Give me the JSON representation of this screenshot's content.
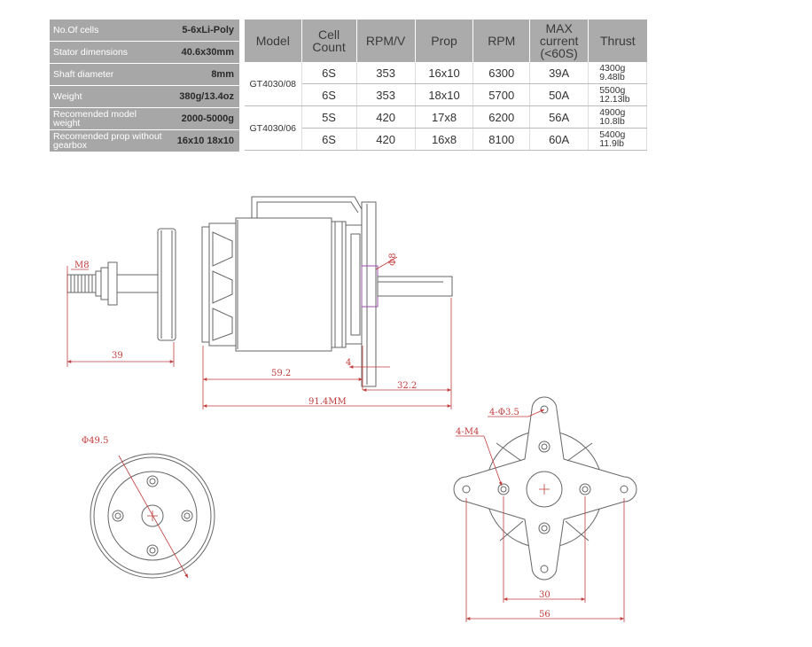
{
  "specs": [
    {
      "label": "No.Of cells",
      "value": "5-6xLi-Poly"
    },
    {
      "label": "Stator dimensions",
      "value": "40.6x30mm"
    },
    {
      "label": "Shaft diameter",
      "value": "8mm"
    },
    {
      "label": "Weight",
      "value": "380g/13.4oz"
    },
    {
      "label": "Recomended model weight",
      "value": "2000-5000g"
    },
    {
      "label": "Recomended prop without gearbox",
      "value": "16x10 18x10"
    }
  ],
  "perf": {
    "headers": [
      "Model",
      "Cell Count",
      "RPM/V",
      "Prop",
      "RPM",
      "MAX current (<60S)",
      "Thrust"
    ],
    "groups": [
      {
        "model": "GT4030/08",
        "rows": [
          {
            "cells": "6S",
            "kv": "353",
            "prop": "16x10",
            "rpm": "6300",
            "current": "39A",
            "thrust": "4300g",
            "thrust2": "9.48lb"
          },
          {
            "cells": "6S",
            "kv": "353",
            "prop": "18x10",
            "rpm": "5700",
            "current": "50A",
            "thrust": "5500g",
            "thrust2": "12.13lb"
          }
        ]
      },
      {
        "model": "GT4030/06",
        "rows": [
          {
            "cells": "5S",
            "kv": "420",
            "prop": "17x8",
            "rpm": "6200",
            "current": "56A",
            "thrust": "4900g",
            "thrust2": "10.8lb"
          },
          {
            "cells": "6S",
            "kv": "420",
            "prop": "16x8",
            "rpm": "8100",
            "current": "60A",
            "thrust": "5400g",
            "thrust2": "11.9lb"
          }
        ]
      }
    ]
  },
  "dims": {
    "thread": "M8",
    "shaft": "Φ8",
    "prop_adapter": "39",
    "body": "59.2",
    "flange": "4",
    "shaft_len": "32.2",
    "total": "91.4MM",
    "diameter": "Φ49.5",
    "mount_holes": "4-Φ3.5",
    "screw_holes": "4-M4",
    "inner_span": "30",
    "outer_span": "56"
  },
  "colors": {
    "line": "#666666",
    "dim": "#c23c3c",
    "table_bg": "#a7a7a7",
    "accent_purple": "#9b4fb0"
  }
}
